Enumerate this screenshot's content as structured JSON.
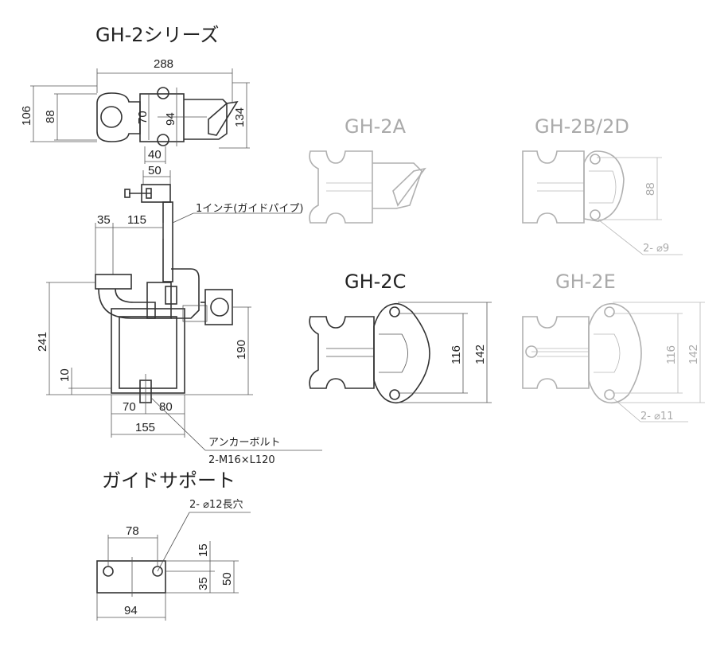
{
  "titles": {
    "series": "GH-2シリーズ",
    "gh2a": "GH-2A",
    "gh2bd": "GH-2B/2D",
    "gh2c": "GH-2C",
    "gh2e": "GH-2E",
    "guide_support": "ガイドサポート"
  },
  "notes": {
    "pipe": "1インチ(ガイドパイプ)",
    "anchor_line1": "アンカーボルト",
    "anchor_line2": "2-M16×L120",
    "hole_b": "2- ⌀9",
    "hole_e": "2- ⌀11",
    "slot": "2- ⌀12長穴"
  },
  "dims": {
    "top_width": "288",
    "top_h_outer": "106",
    "top_h_inner": "88",
    "top_70": "70",
    "top_94": "94",
    "top_134": "134",
    "top_40": "40",
    "w50": "50",
    "d35": "35",
    "d115": "115",
    "h241": "241",
    "h10": "10",
    "h190": "190",
    "b70": "70",
    "b80": "80",
    "b155": "155",
    "b_88": "88",
    "c116": "116",
    "c142": "142",
    "e116": "116",
    "e142": "142",
    "s78": "78",
    "s15": "15",
    "s35": "35",
    "s50": "50",
    "s94": "94"
  },
  "colors": {
    "line": "#333333",
    "faded": "#b0b0b0"
  }
}
